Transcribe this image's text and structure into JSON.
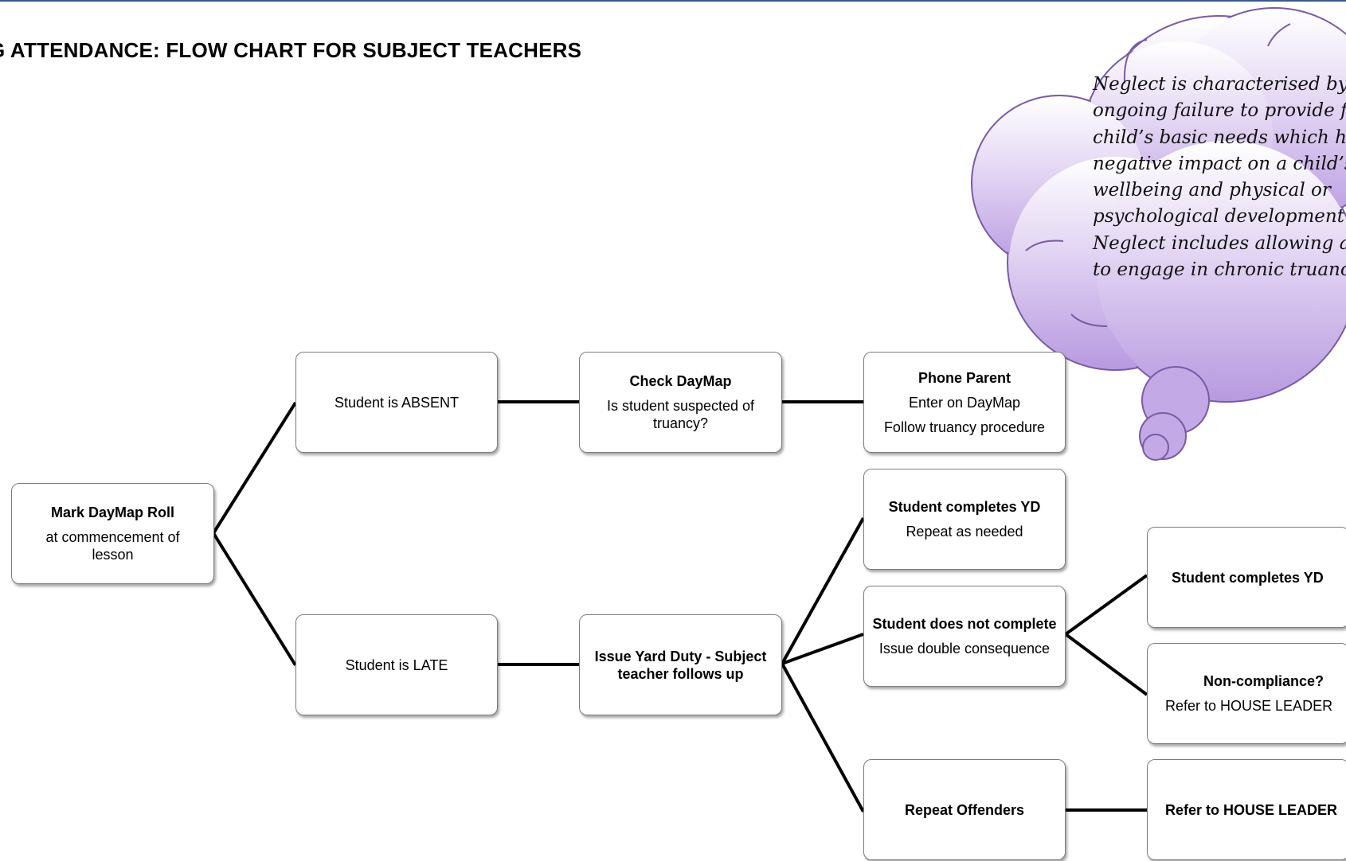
{
  "title": "G ATTENDANCE: FLOW CHART FOR SUBJECT TEACHERS",
  "thought_cloud": {
    "lines": [
      "Neglect is characterised by",
      "ongoing failure to provide f",
      "child’s basic needs which ha",
      "negative impact on a child’s",
      "wellbeing and physical or",
      "psychological development.",
      "Neglect includes allowing a",
      "to engage in chronic truanc"
    ]
  },
  "nodes": {
    "mark_roll": {
      "title": "Mark DayMap Roll",
      "text": "at commencement of lesson"
    },
    "absent": {
      "text": "Student is ABSENT"
    },
    "late": {
      "text": "Student is LATE"
    },
    "check_daymap": {
      "title": "Check DayMap",
      "text": "Is student suspected of truancy?"
    },
    "yard_duty": {
      "title": "Issue Yard Duty - Subject teacher follows up"
    },
    "phone_parent": {
      "title": "Phone Parent",
      "line1": "Enter on DayMap",
      "line2": "Follow truancy procedure"
    },
    "completes_yd": {
      "title": "Student completes YD",
      "text": "Repeat as needed"
    },
    "not_complete": {
      "title": "Student does not complete",
      "text": "Issue double consequence"
    },
    "repeat_offenders": {
      "title": "Repeat Offenders"
    },
    "completes_yd_2": {
      "title": "Student completes YD"
    },
    "non_compliance": {
      "title": "Non-compliance?",
      "text": "Refer to HOUSE LEADER"
    },
    "refer_house_leader": {
      "title": "Refer to HOUSE LEADER"
    }
  }
}
